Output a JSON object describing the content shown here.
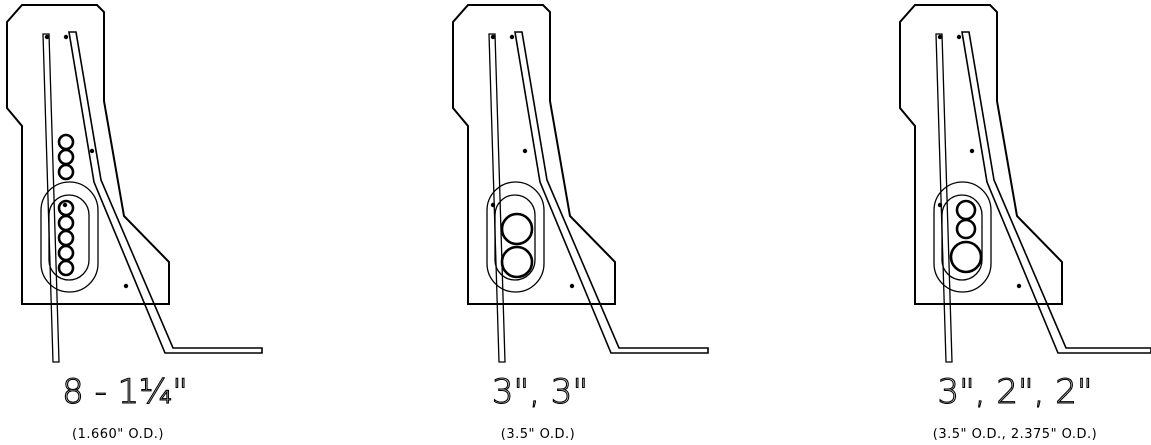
{
  "barrier_sections": [
    {
      "primary_label": "8 - 1¼\"",
      "secondary_label": "(1.660\" O.D.)",
      "conduit_od_in": [
        1.66,
        1.66,
        1.66,
        1.66,
        1.66,
        1.66,
        1.66,
        1.66
      ]
    },
    {
      "primary_label": "3\", 3\"",
      "secondary_label": "(3.5\" O.D.)",
      "conduit_od_in": [
        3.5,
        3.5
      ]
    },
    {
      "primary_label": "3\", 2\", 2\"",
      "secondary_label": "(3.5\" O.D., 2.375\" O.D.)",
      "conduit_od_in": [
        2.375,
        2.375,
        3.5
      ]
    }
  ]
}
